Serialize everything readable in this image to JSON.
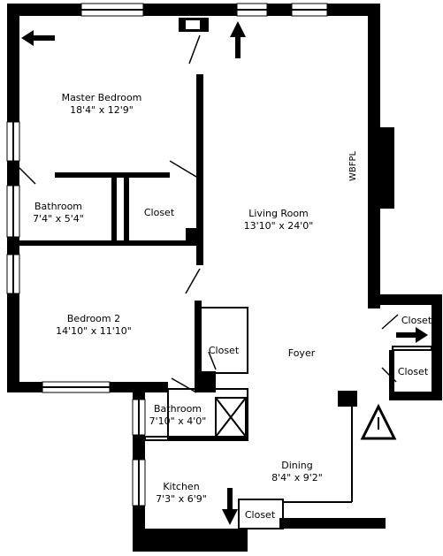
{
  "rooms": [
    {
      "id": "master",
      "name": "Master Bedroom",
      "size": "18'4\" x 12'9\""
    },
    {
      "id": "living",
      "name": "Living Room",
      "size": "13'10\" x 24'0\""
    },
    {
      "id": "bath1",
      "name": "Bathroom",
      "size": "7'4\" x 5'4\""
    },
    {
      "id": "closet1",
      "name": "Closet"
    },
    {
      "id": "bed2",
      "name": "Bedroom 2",
      "size": "14'10\" x 11'10\""
    },
    {
      "id": "closet2",
      "name": "Closet"
    },
    {
      "id": "foyer",
      "name": "Foyer"
    },
    {
      "id": "closet3",
      "name": "Closet"
    },
    {
      "id": "closet4",
      "name": "Closet"
    },
    {
      "id": "bath2",
      "name": "Bathroom",
      "size": "7'10\" x 4'0\""
    },
    {
      "id": "dining",
      "name": "Dining",
      "size": "8'4\" x 9'2\""
    },
    {
      "id": "kitchen",
      "name": "Kitchen",
      "size": "7'3\" x 6'9\""
    },
    {
      "id": "closet5",
      "name": "Closet"
    }
  ],
  "fireplace_label": "WBFPL",
  "colors": {
    "wall": "#000000",
    "background": "#ffffff"
  },
  "icons": [
    "arrow-left-icon",
    "arrow-up-icon",
    "arrow-right-icon",
    "arrow-down-icon",
    "warning-triangle-icon"
  ]
}
